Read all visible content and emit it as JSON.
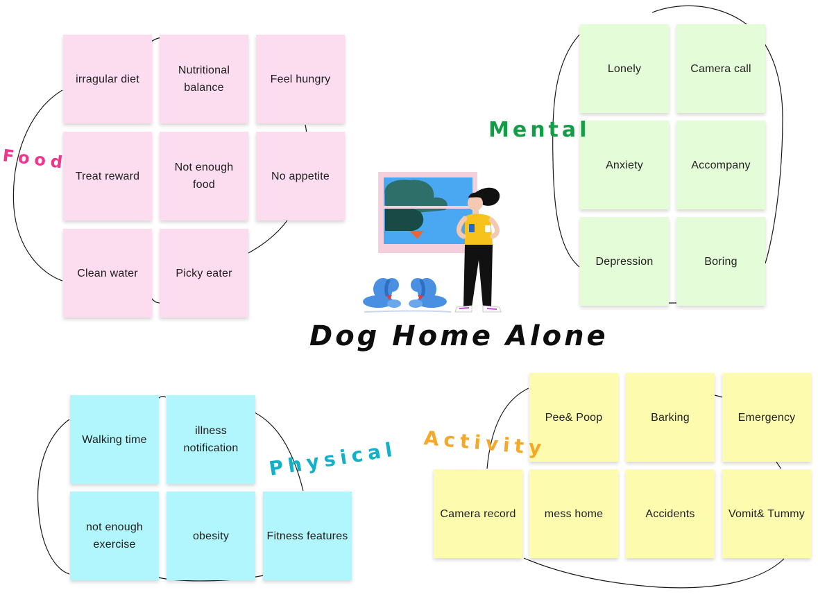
{
  "title": "Dog Home Alone",
  "groups": {
    "food": {
      "label": "Food",
      "color": "#f0358c",
      "notes": [
        "irragular diet",
        "Nutritional balance",
        "Feel hungry",
        "Treat reward",
        "Not enough food",
        "No appetite",
        "Clean water",
        "Picky eater"
      ]
    },
    "mental": {
      "label": "Mental",
      "color": "#129d46",
      "notes": [
        "Lonely",
        "Camera call",
        "Anxiety",
        "Accompany",
        "Depression",
        "Boring"
      ]
    },
    "physical": {
      "label": "Physical",
      "color": "#12b1c9",
      "notes": [
        "Walking time",
        "illness notification",
        "not enough exercise",
        "obesity",
        "Fitness features"
      ]
    },
    "activity": {
      "label": "Activity",
      "color": "#f5a82a",
      "notes": [
        "Pee& Poop",
        "Barking",
        "Emergency",
        "Camera record",
        "mess home",
        "Accidents",
        "Vomit& Tummy"
      ]
    }
  },
  "colors": {
    "food_note": "#fcdcef",
    "mental_note": "#e5fcd9",
    "physical_note": "#b0f6fc",
    "activity_note": "#fdfcae"
  },
  "illustration_icons": [
    "window-icon",
    "woman-with-phone-icon",
    "dog-icon"
  ]
}
